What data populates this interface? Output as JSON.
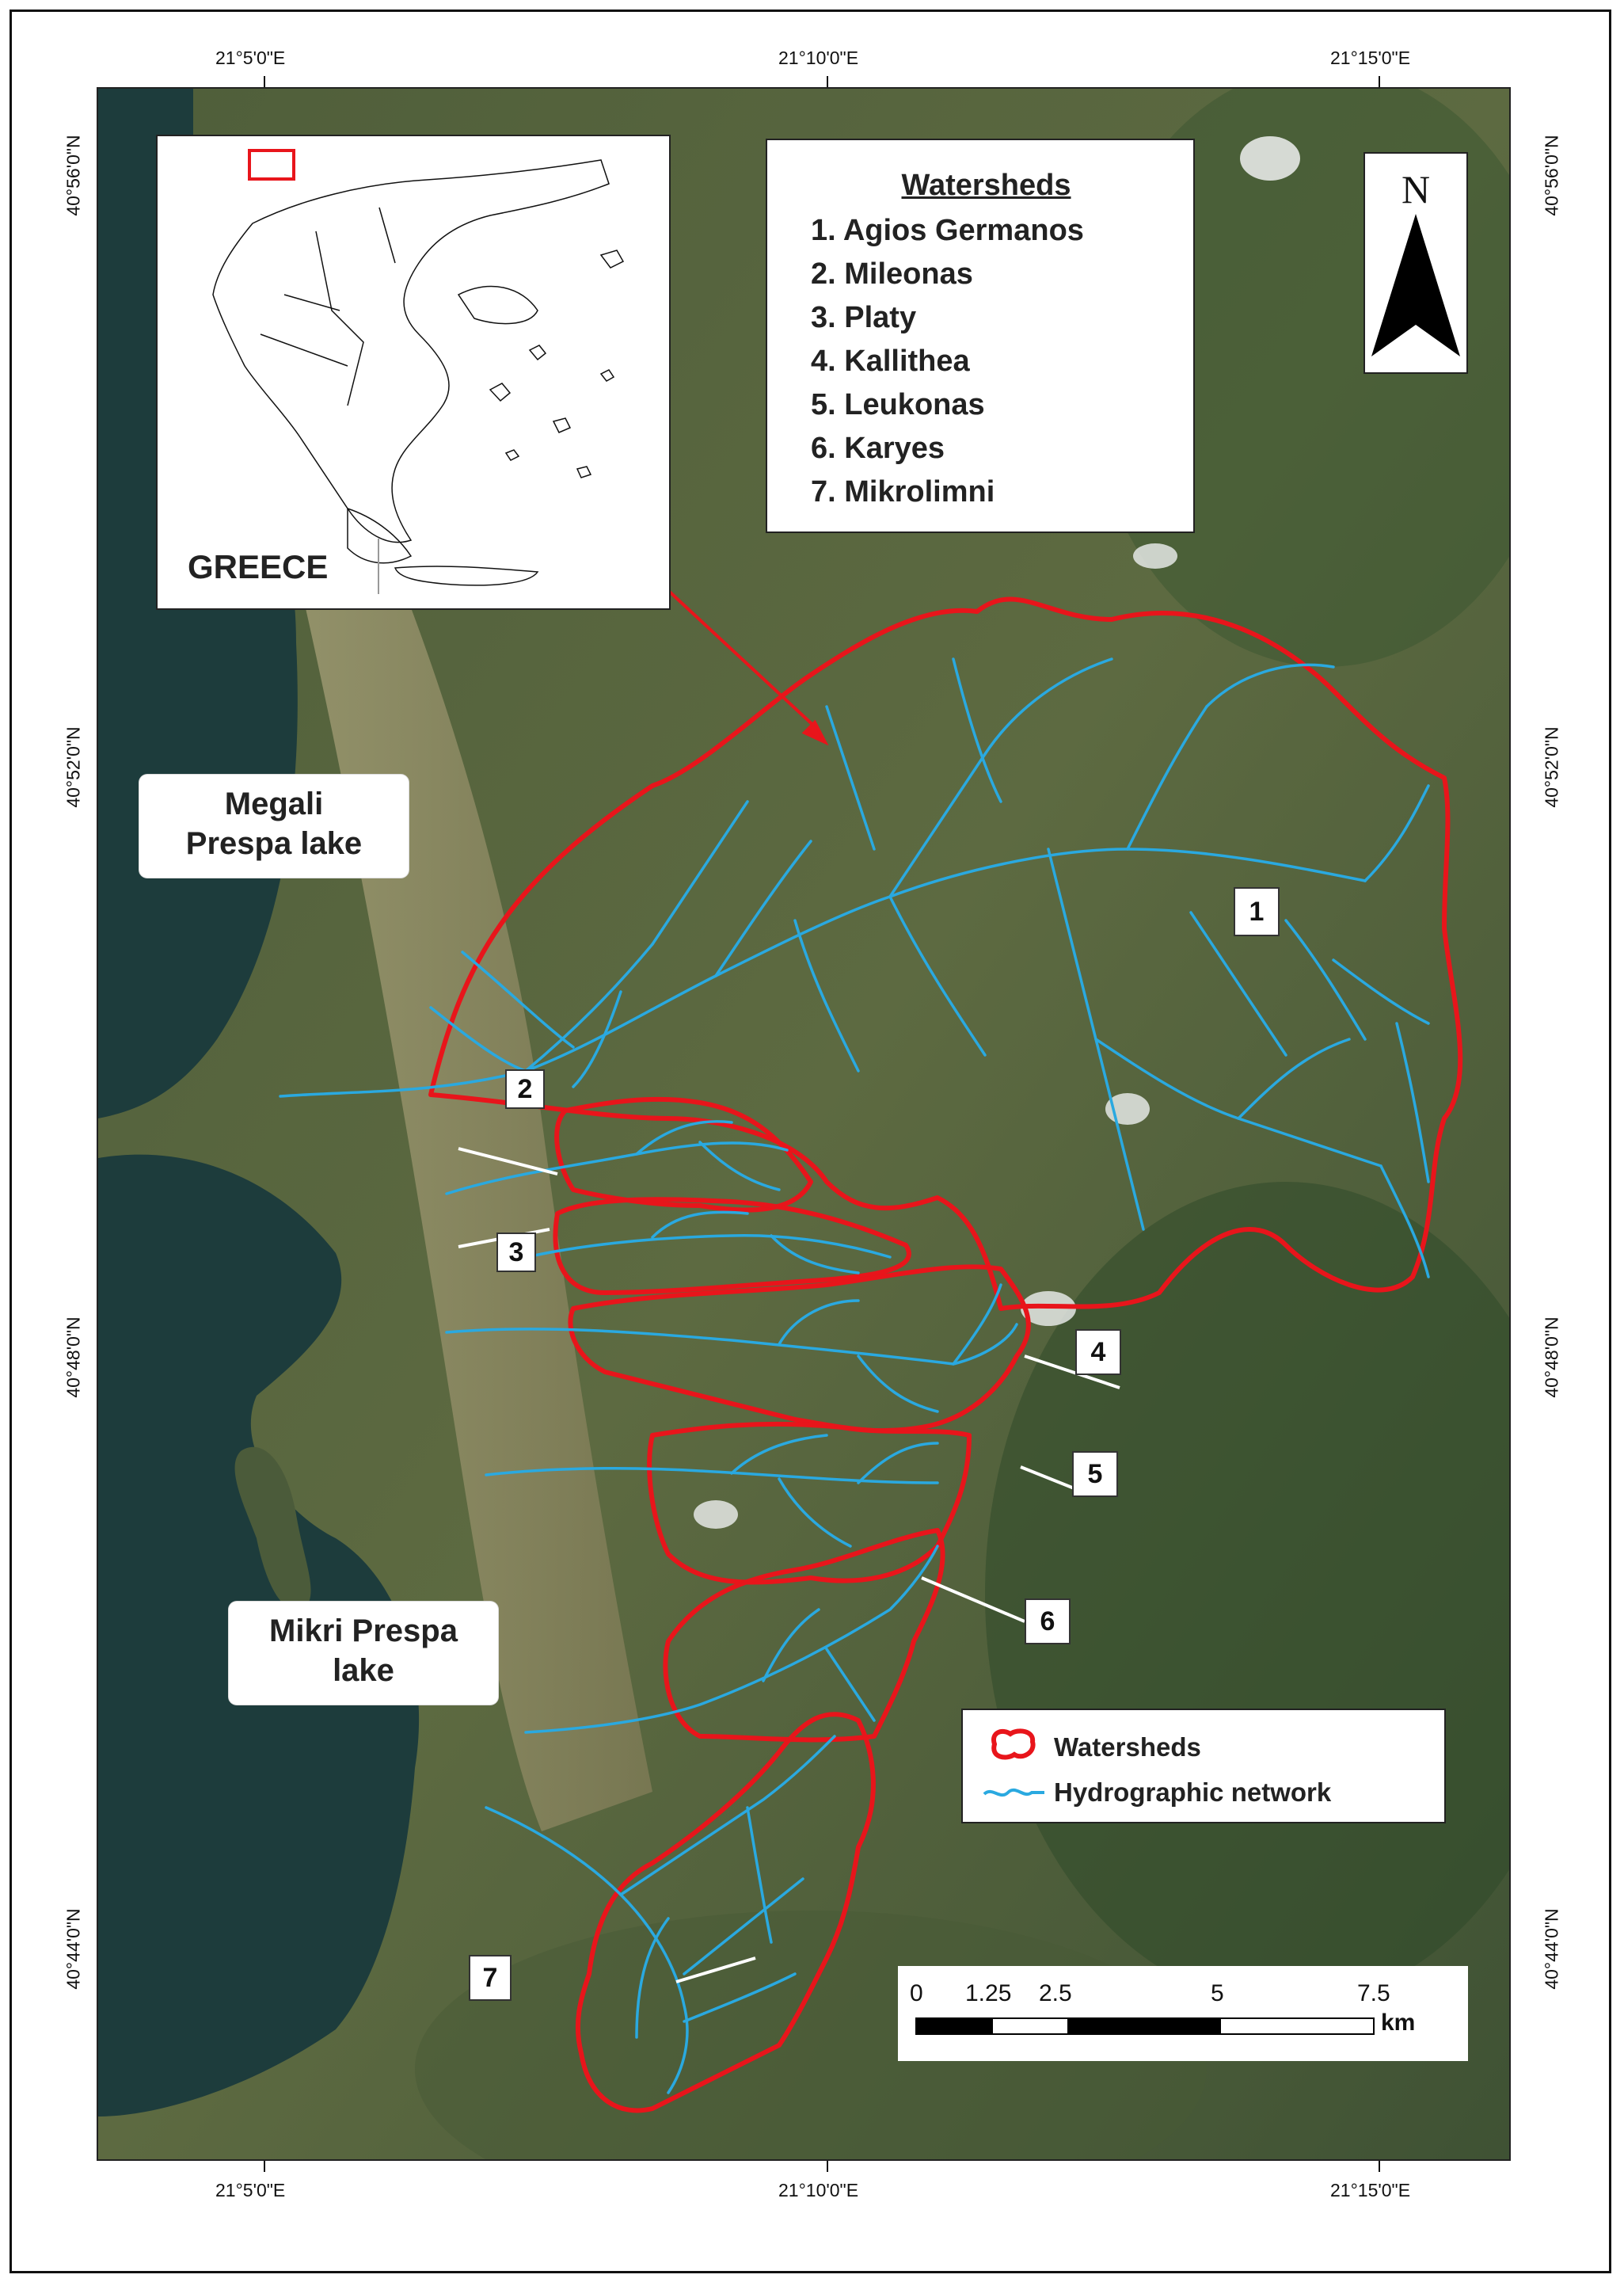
{
  "coordinates": {
    "top": [
      "21°5'0\"E",
      "21°10'0\"E",
      "21°15'0\"E"
    ],
    "bottom": [
      "21°5'0\"E",
      "21°10'0\"E",
      "21°15'0\"E"
    ],
    "left": [
      "40°56'0\"N",
      "40°52'0\"N",
      "40°48'0\"N",
      "40°44'0\"N"
    ],
    "right": [
      "40°56'0\"N",
      "40°52'0\"N",
      "40°48'0\"N",
      "40°44'0\"N"
    ]
  },
  "inset": {
    "label": "GREECE"
  },
  "watersheds_list": {
    "title": "Watersheds",
    "items": [
      "1. Agios Germanos",
      "2. Mileonas",
      "3. Platy",
      "4. Kallithea",
      "5. Leukonas",
      "6. Karyes",
      "7. Mikrolimni"
    ]
  },
  "north_arrow": {
    "label": "N"
  },
  "lakes": {
    "megali": {
      "line1": "Megali",
      "line2": "Prespa lake"
    },
    "mikri": {
      "line1": "Mikri Prespa",
      "line2": "lake"
    }
  },
  "watershed_numbers": [
    "1",
    "2",
    "3",
    "4",
    "5",
    "6",
    "7"
  ],
  "legend": {
    "watersheds": "Watersheds",
    "network": "Hydrographic network"
  },
  "scale": {
    "ticks": [
      "0",
      "1.25",
      "2.5",
      "5",
      "7.5"
    ],
    "unit": "km"
  },
  "colors": {
    "watershed_outline": "#e8151b",
    "hydro_network": "#2aa9e0",
    "lake": "#1d3c3c",
    "terrain": "#5a6a3e"
  }
}
